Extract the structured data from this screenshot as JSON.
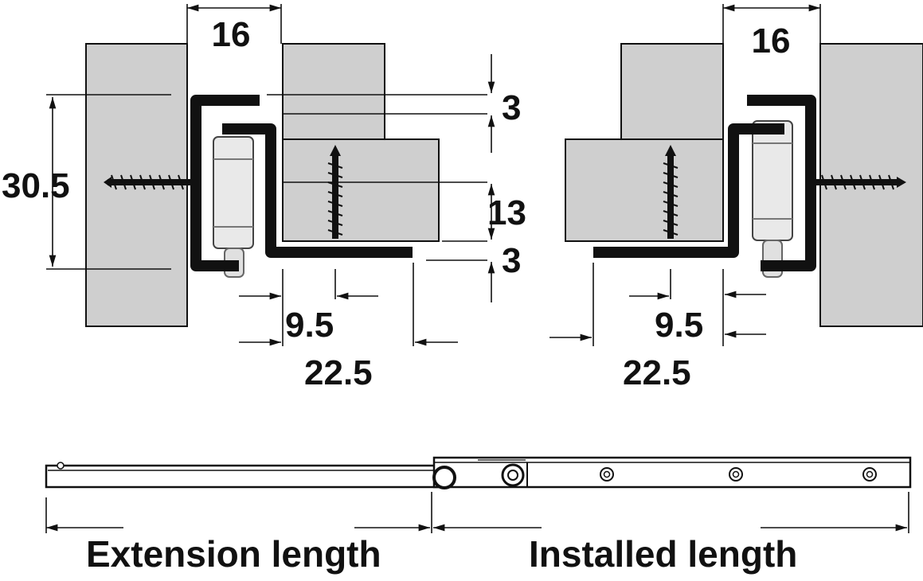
{
  "colors": {
    "ink": "#111111",
    "wood": "#cfcfcf",
    "background": "#ffffff"
  },
  "left_section": {
    "dim_carcase_width": "16",
    "dim_height": "30.5",
    "dim_gap_top": "3",
    "dim_drawer_height": "13",
    "dim_gap_bottom": "3",
    "dim_inner": "9.5",
    "dim_outer": "22.5"
  },
  "right_section": {
    "dim_carcase_width": "16",
    "dim_inner": "9.5",
    "dim_outer": "22.5"
  },
  "runner": {
    "label_extension": "Extension length",
    "label_installed": "Installed length"
  }
}
